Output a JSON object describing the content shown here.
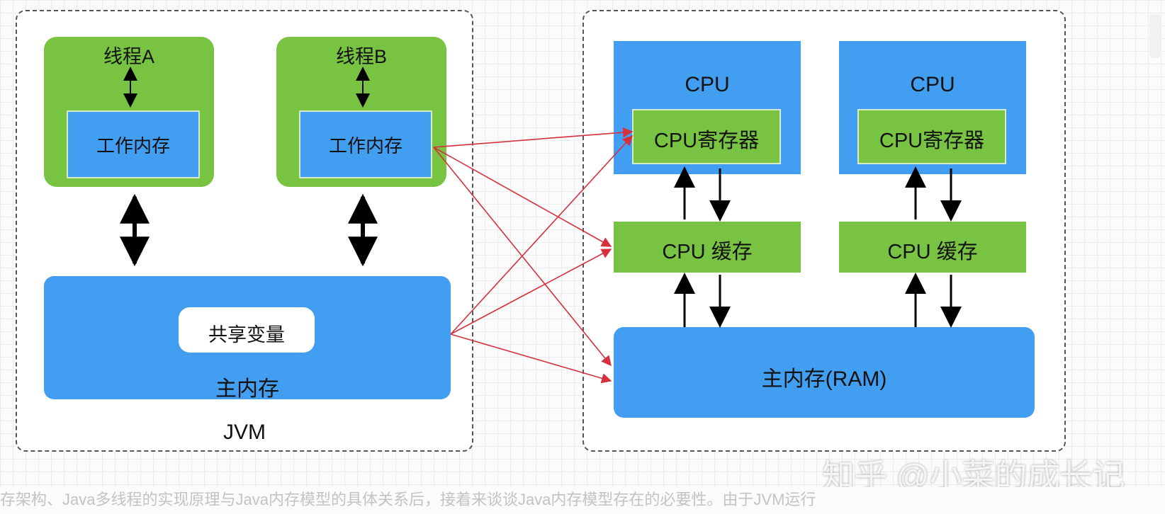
{
  "jvm": {
    "label": "JVM",
    "thread_a": {
      "title": "线程A",
      "work_memory": "工作内存"
    },
    "thread_b": {
      "title": "线程B",
      "work_memory": "工作内存"
    },
    "main_memory": {
      "label": "主内存",
      "shared_variable": "共享变量"
    }
  },
  "hardware": {
    "cpus": [
      {
        "title": "CPU",
        "registers": "CPU寄存器",
        "cache": "CPU 缓存"
      },
      {
        "title": "CPU",
        "registers": "CPU寄存器",
        "cache": "CPU 缓存"
      }
    ],
    "ram_label": "主内存(RAM)"
  },
  "watermark": "知乎 @小菜的成长记",
  "caption": "存架构、Java多线程的实现原理与Java内存模型的具体关系后，接着来谈谈Java内存模型存在的必要性。由于JVM运行",
  "colors": {
    "green": "#78c341",
    "blue": "#429ef0",
    "mapping_arrow": "#d6303f",
    "black_arrow": "#000000"
  }
}
